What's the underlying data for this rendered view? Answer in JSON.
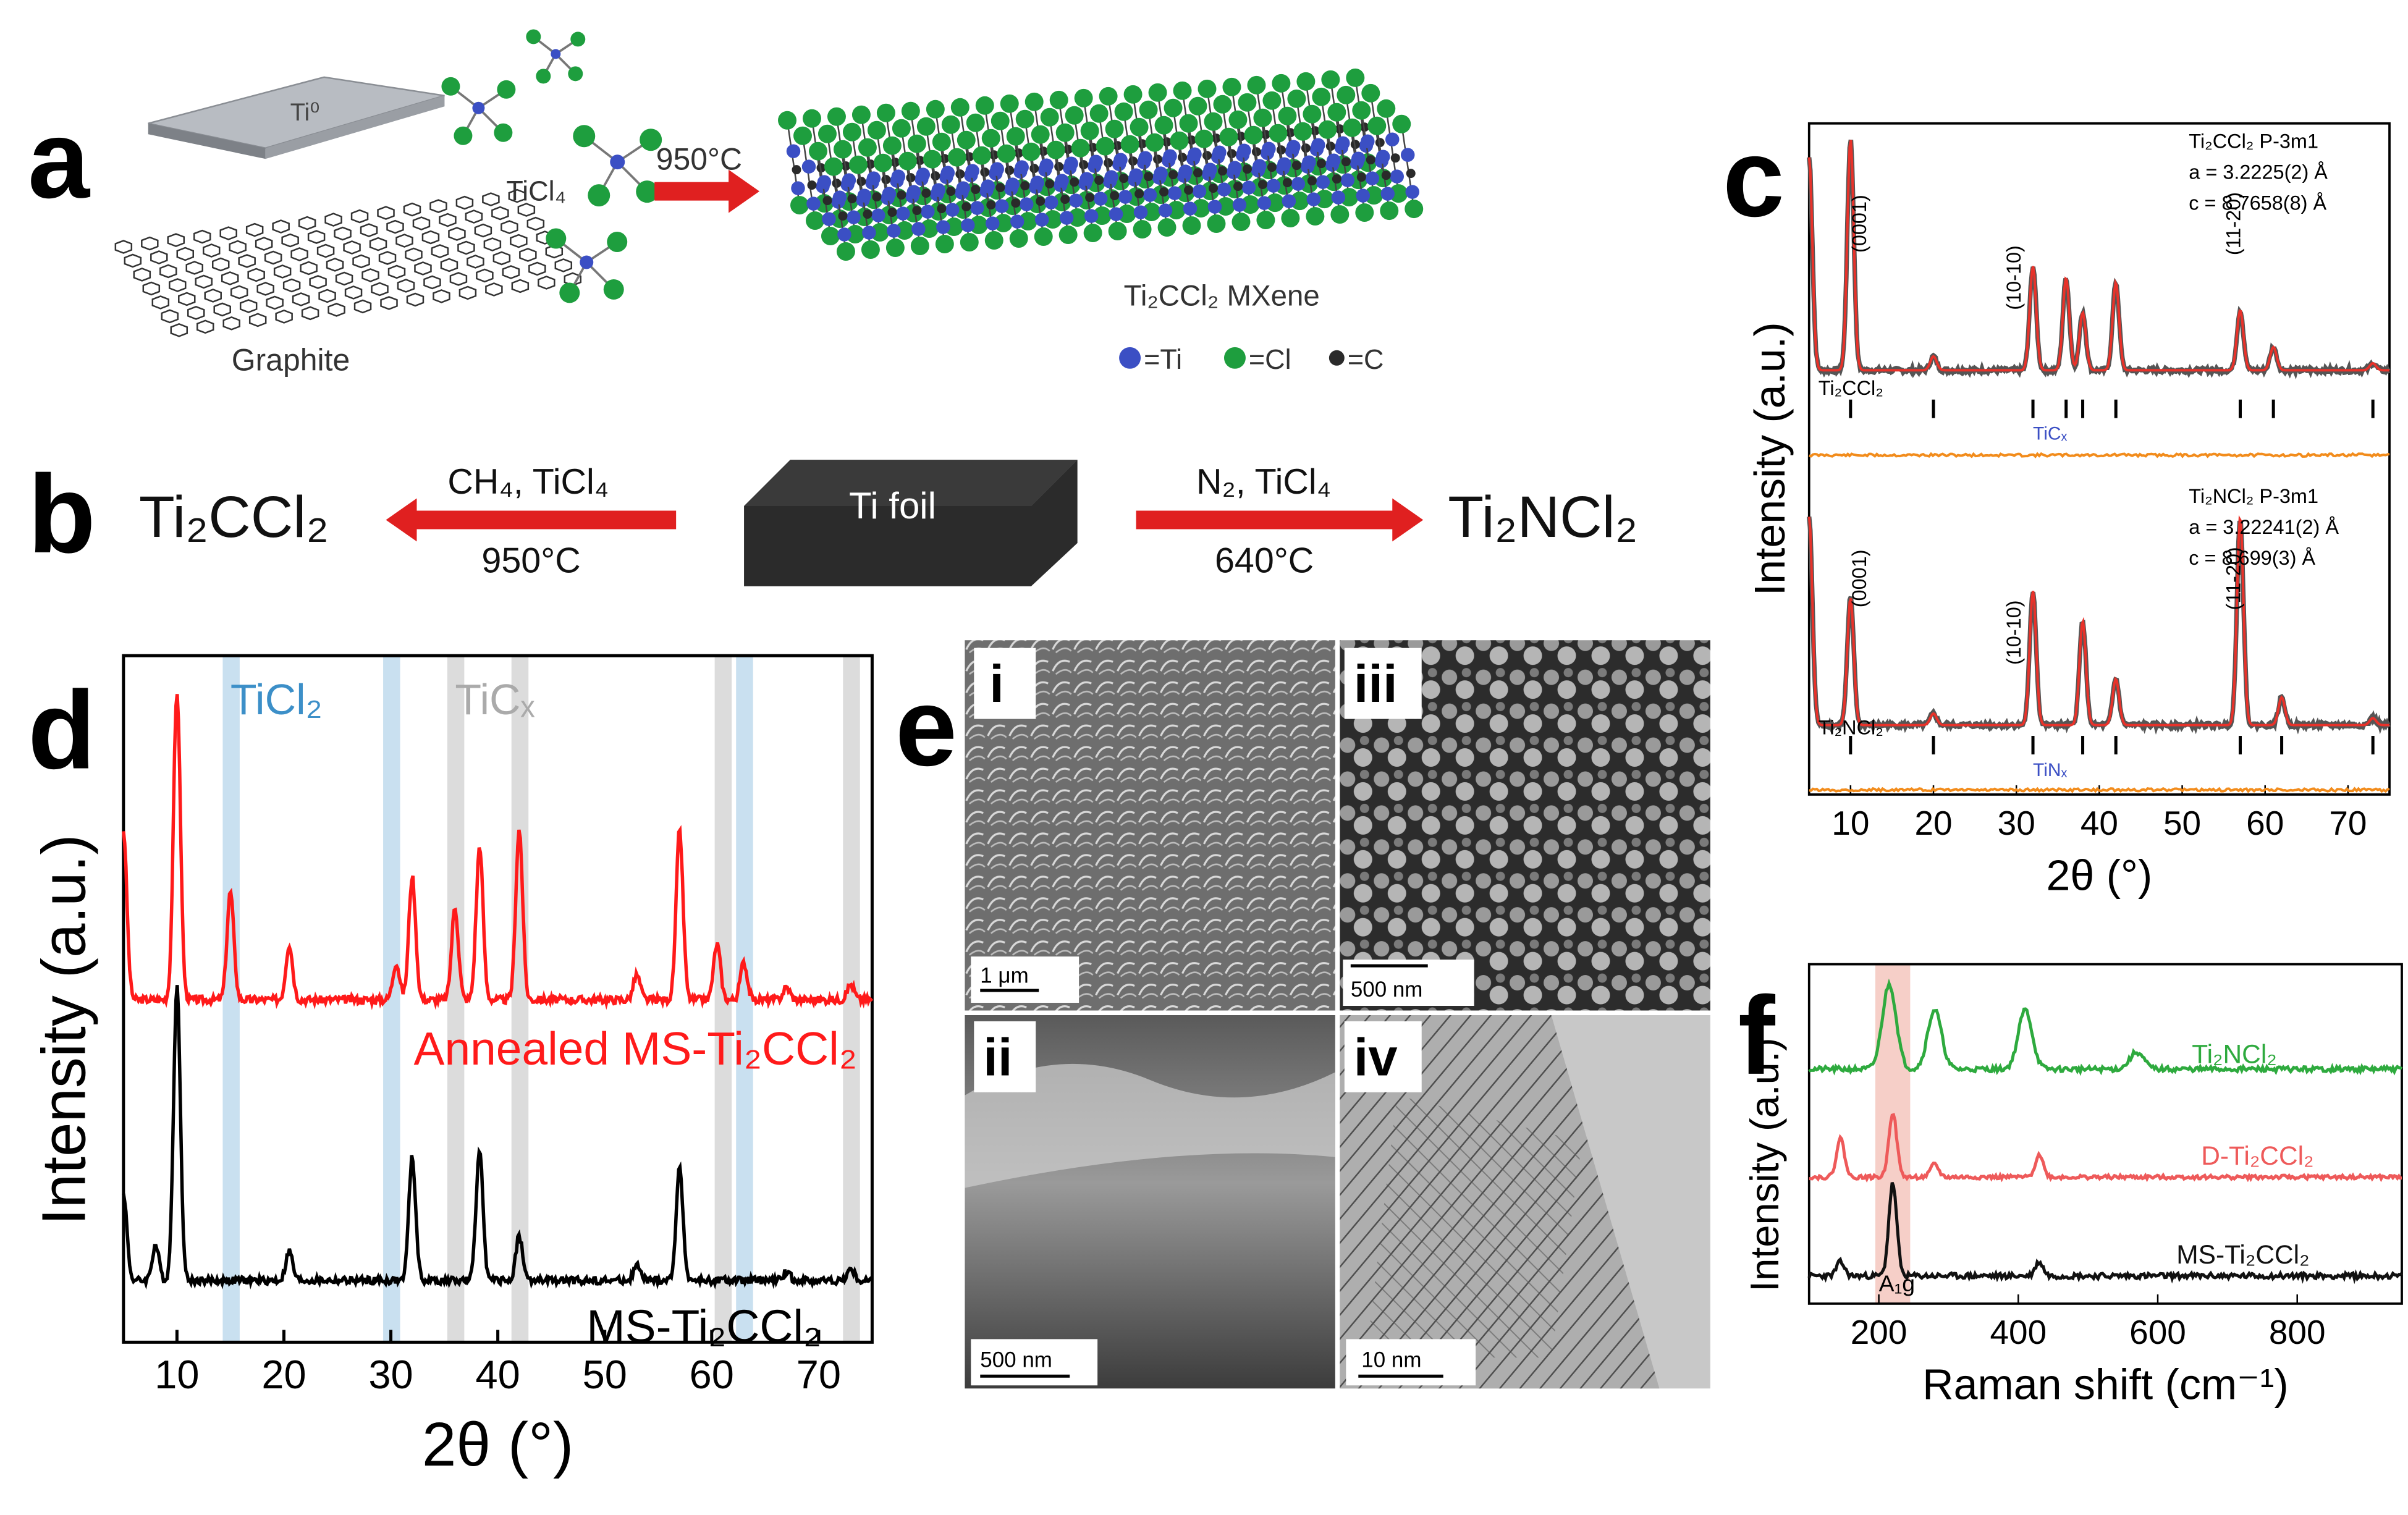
{
  "panels": {
    "a": {
      "label": "a",
      "ti_sheet": "Ti⁰",
      "graphite": "Graphite",
      "precursor": "TiCl₄",
      "temperature": "950°C",
      "product": "Ti₂CCl₂ MXene",
      "legend": [
        "=Ti",
        "=Cl",
        "=C"
      ],
      "colors": {
        "Ti": "#3b4fc4",
        "Cl": "#1e9e3e",
        "C": "#2a2a2a",
        "arrow": "#e02020"
      }
    },
    "b": {
      "label": "b",
      "left_product": "Ti₂CCl₂",
      "center": "Ti foil",
      "right_product": "Ti₂NCl₂",
      "left_top": "CH₄, TiCl₄",
      "left_bottom": "950°C",
      "right_top": "N₂, TiCl₄",
      "right_bottom": "640°C"
    },
    "c": {
      "label": "c"
    },
    "d": {
      "label": "d"
    },
    "e": {
      "label": "e",
      "sub_labels": [
        "i",
        "ii",
        "iii",
        "iv"
      ],
      "scale_bars": [
        "1 μm",
        "500 nm",
        "500 nm",
        "10 nm"
      ]
    },
    "f": {
      "label": "f"
    }
  },
  "chart_data": [
    {
      "id": "c",
      "type": "line",
      "xlabel": "2θ (°)",
      "ylabel": "Intensity (a.u.)",
      "xlim": [
        5,
        75
      ],
      "xticks": [
        10,
        20,
        30,
        40,
        50,
        60,
        70
      ],
      "series": [
        {
          "phase": "Ti₂CCl₂",
          "space_group": "P-3m1",
          "lattice": [
            "a = 3.2225(2) Å",
            "c = 8.7658(8) Å"
          ],
          "peaks": [
            [
              5,
              0.92
            ],
            [
              10,
              1.0
            ],
            [
              20,
              0.06
            ],
            [
              32,
              0.45
            ],
            [
              36,
              0.4
            ],
            [
              38,
              0.25
            ],
            [
              42,
              0.38
            ],
            [
              57,
              0.26
            ],
            [
              61,
              0.1
            ],
            [
              73,
              0.03
            ]
          ],
          "peak_labels": [
            "(0001)",
            "(10-10)",
            "(11-20)"
          ],
          "tick_phase_labels": [
            "Ti₂CCl₂",
            "TiCₓ"
          ]
        },
        {
          "phase": "Ti₂NCl₂",
          "space_group": "P-3m1",
          "lattice": [
            "a = 3.22241(2) Å",
            "c = 8.699(3) Å"
          ],
          "peaks": [
            [
              5,
              0.9
            ],
            [
              10,
              0.55
            ],
            [
              20,
              0.05
            ],
            [
              32,
              0.58
            ],
            [
              38,
              0.45
            ],
            [
              42,
              0.2
            ],
            [
              57,
              0.9
            ],
            [
              62,
              0.12
            ],
            [
              73,
              0.03
            ]
          ],
          "peak_labels": [
            "(0001)",
            "(10-10)",
            "(11-20)"
          ],
          "tick_phase_labels": [
            "Ti₂NCl₂",
            "TiNₓ"
          ]
        }
      ]
    },
    {
      "id": "d",
      "type": "line",
      "xlabel": "2θ (°)",
      "ylabel": "Intensity (a.u.)",
      "xlim": [
        5,
        75
      ],
      "xticks": [
        10,
        20,
        30,
        40,
        50,
        60,
        70
      ],
      "band_legend": [
        "TiCl₂",
        "TiCₓ"
      ],
      "ticl2_bands": [
        15,
        30,
        63
      ],
      "ticx_bands": [
        36,
        42,
        61,
        73
      ],
      "series": [
        {
          "name": "Annealed MS-Ti₂CCl₂",
          "color": "#ff1a1a",
          "peaks": [
            [
              5,
              0.55
            ],
            [
              10,
              1.0
            ],
            [
              15,
              0.35
            ],
            [
              20.5,
              0.18
            ],
            [
              30.5,
              0.12
            ],
            [
              32,
              0.4
            ],
            [
              36,
              0.3
            ],
            [
              38.3,
              0.5
            ],
            [
              42,
              0.55
            ],
            [
              53,
              0.08
            ],
            [
              57,
              0.55
            ],
            [
              60.5,
              0.18
            ],
            [
              63,
              0.12
            ],
            [
              67,
              0.04
            ],
            [
              73,
              0.05
            ]
          ]
        },
        {
          "name": "MS-Ti₂CCl₂",
          "color": "#000000",
          "peaks": [
            [
              5,
              0.3
            ],
            [
              8,
              0.12
            ],
            [
              10,
              1.0
            ],
            [
              20.5,
              0.1
            ],
            [
              32,
              0.42
            ],
            [
              38.3,
              0.45
            ],
            [
              42,
              0.15
            ],
            [
              53,
              0.05
            ],
            [
              57,
              0.38
            ],
            [
              67,
              0.03
            ],
            [
              73,
              0.04
            ]
          ]
        }
      ]
    },
    {
      "id": "f",
      "type": "line",
      "xlabel": "Raman shift (cm⁻¹)",
      "ylabel": "Intensity (a.u.)",
      "xlim": [
        100,
        950
      ],
      "xticks": [
        200,
        400,
        600,
        800
      ],
      "highlight": {
        "label": "A₁g",
        "range": [
          195,
          245
        ]
      },
      "series": [
        {
          "name": "Ti₂NCl₂",
          "color": "#2eaa3e",
          "peaks": [
            [
              215,
              1.0
            ],
            [
              280,
              0.7
            ],
            [
              410,
              0.7
            ],
            [
              570,
              0.2
            ]
          ]
        },
        {
          "name": "D-Ti₂CCl₂",
          "color": "#ee5a5a",
          "peaks": [
            [
              145,
              0.6
            ],
            [
              220,
              1.0
            ],
            [
              280,
              0.2
            ],
            [
              430,
              0.35
            ]
          ]
        },
        {
          "name": "MS-Ti₂CCl₂",
          "color": "#111111",
          "peaks": [
            [
              145,
              0.15
            ],
            [
              220,
              1.0
            ],
            [
              430,
              0.15
            ]
          ]
        }
      ]
    }
  ]
}
